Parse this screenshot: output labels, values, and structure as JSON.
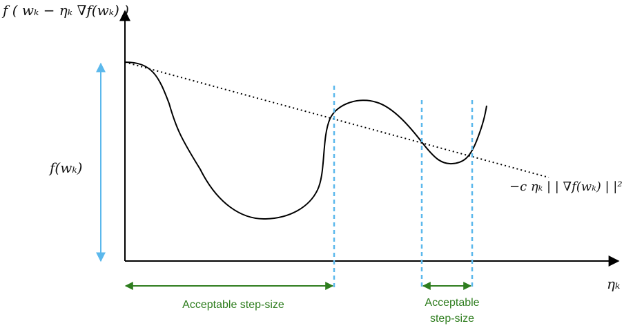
{
  "labels": {
    "y_axis": "f ( wₖ − ηₖ ∇f(wₖ) )",
    "x_axis": "ηₖ",
    "f_wk": "f(wₖ)",
    "sufficient_decrease_line": "−c  ηₖ | | ∇f(wₖ) | |²",
    "acceptable_1": "Acceptable step-size",
    "acceptable_2_line1": "Acceptable",
    "acceptable_2_line2": "step-size"
  },
  "colors": {
    "axis": "#000000",
    "curve": "#000000",
    "dotted_line": "#000000",
    "boundary": "#5bb8ec",
    "range_arrow": "#5bb8ec",
    "interval_arrow": "#2e7d1e",
    "interval_text": "#2e7d1e"
  }
}
